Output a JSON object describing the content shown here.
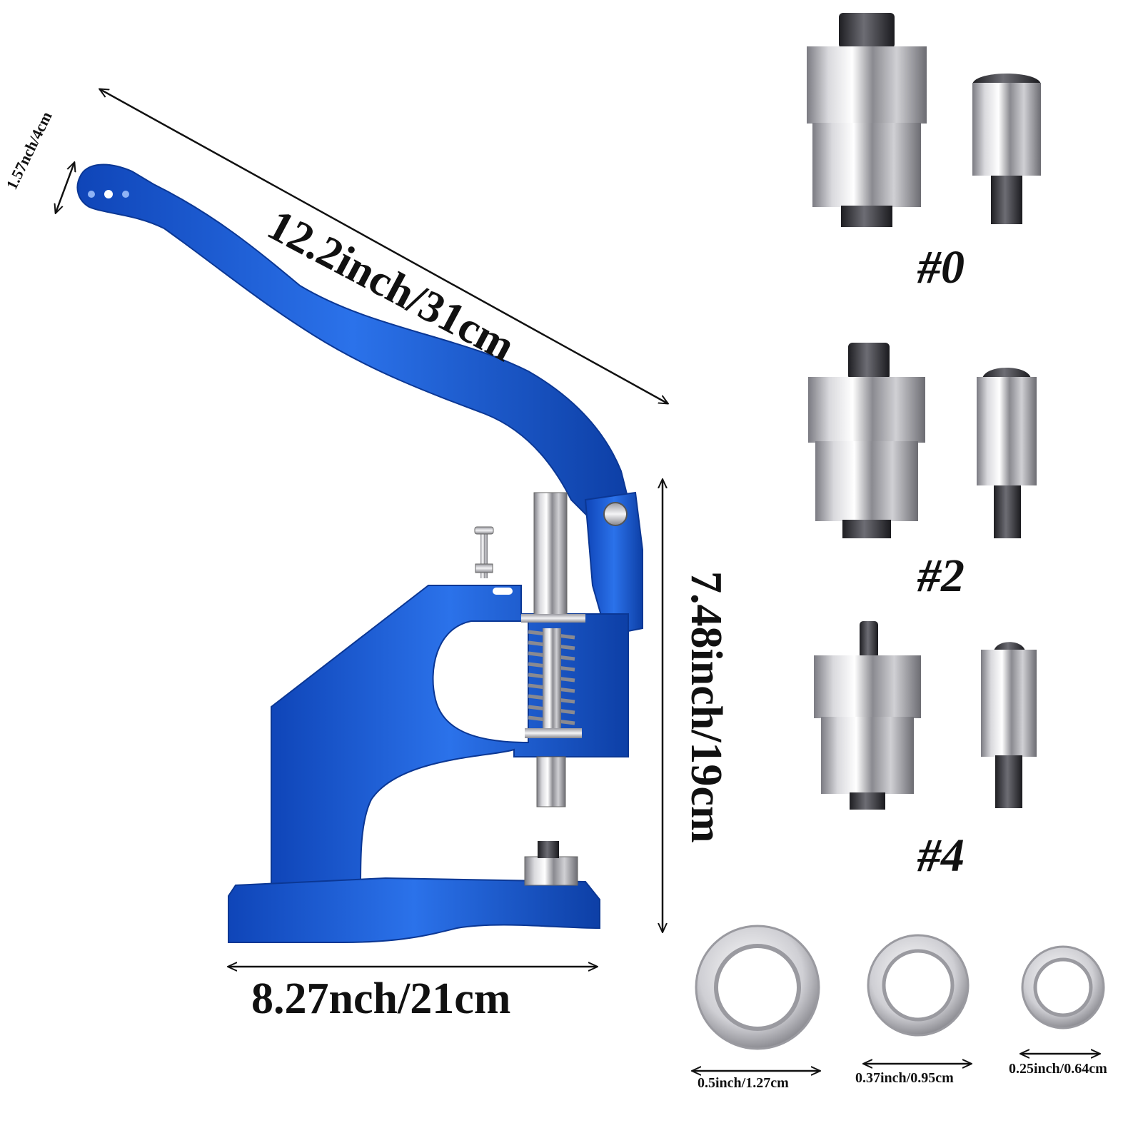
{
  "colors": {
    "press_blue": "#1a5fd6",
    "press_blue_dark": "#0d3fa6",
    "press_blue_light": "#4c8cf0",
    "steel_light": "#e8e8ea",
    "steel_dark": "#6a6a70",
    "text": "#111111"
  },
  "dimensions": {
    "handle_width": "1.57nch/4cm",
    "length": "12.2inch/31cm",
    "height": "7.48inch/19cm",
    "base_width": "8.27nch/21cm"
  },
  "die_sets": [
    {
      "label": "#0"
    },
    {
      "label": "#2"
    },
    {
      "label": "#4"
    }
  ],
  "grommets": [
    {
      "size": "0.5inch/1.27cm"
    },
    {
      "size": "0.37inch/0.95cm"
    },
    {
      "size": "0.25inch/0.64cm"
    }
  ],
  "icons": [
    "arrow-icon",
    "hand-press-image",
    "die-image",
    "grommet-image"
  ]
}
